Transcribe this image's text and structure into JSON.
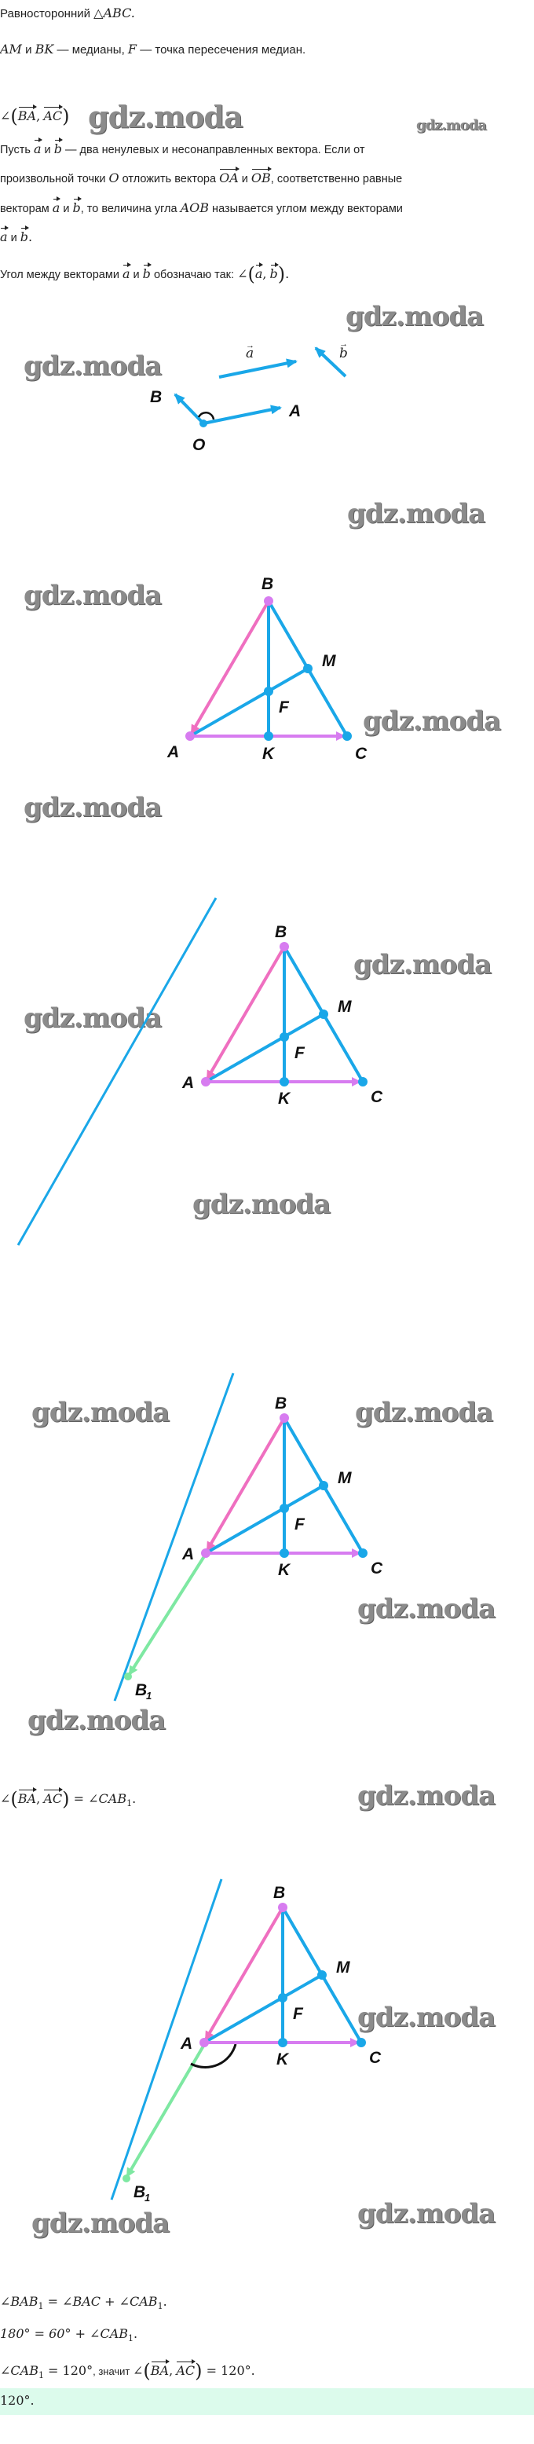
{
  "colors": {
    "blue": "#1aa7e8",
    "pink": "#ef6fc0",
    "violet": "#d77cf0",
    "green": "#7ee8a2",
    "answer_bg": "#dcfbec"
  },
  "watermark": "gdz.moda",
  "text": {
    "l1_text": "Равносторонний ",
    "l1_math": "△ABC.",
    "l2_am": "AM",
    "l2_and": " и ",
    "l2_bk": "BK",
    "l2_rest1": " — медианы, ",
    "l2_f": "F",
    "l2_rest2": " — точка пересечения медиан.",
    "angle": "∠",
    "ba": "BA",
    "ac": "AC",
    "comma": ",",
    "def1a": "Пусть ",
    "def_a": "a",
    "def_and": " и ",
    "def_b": "b",
    "def1b": " — два ненулевых и несонаправленных вектора. Если от",
    "def2a": "произвольной точки ",
    "def2_o": "O",
    "def2b": " отложить вектора ",
    "oa": "OA",
    "ob": "OB",
    "def2c": ", соответственно равные",
    "def3a": "векторам ",
    "def3b": ", то величина угла ",
    "aob": "AOB",
    "def3c": " называется углом между векторами",
    "dot": ".",
    "note1": "Угол между векторами ",
    "note2": " обозначаю так: ",
    "eq1_rhs": " = ∠CAB",
    "sub1": "1",
    "s1": "∠BAB",
    "s1b": " = ∠BAC + ∠CAB",
    "s2": "180° = 60° + ∠CAB",
    "s3": "∠CAB",
    "s3b": " = 120°",
    "s3c": ", значит ",
    "s3d": " = 120°.",
    "answer": "120°."
  },
  "diagram_labels": {
    "A": "A",
    "B": "B",
    "C": "C",
    "K": "K",
    "M": "M",
    "F": "F",
    "O": "O",
    "B1": "B",
    "B1_sub": "1",
    "vec_a": "a",
    "vec_b": "b"
  }
}
